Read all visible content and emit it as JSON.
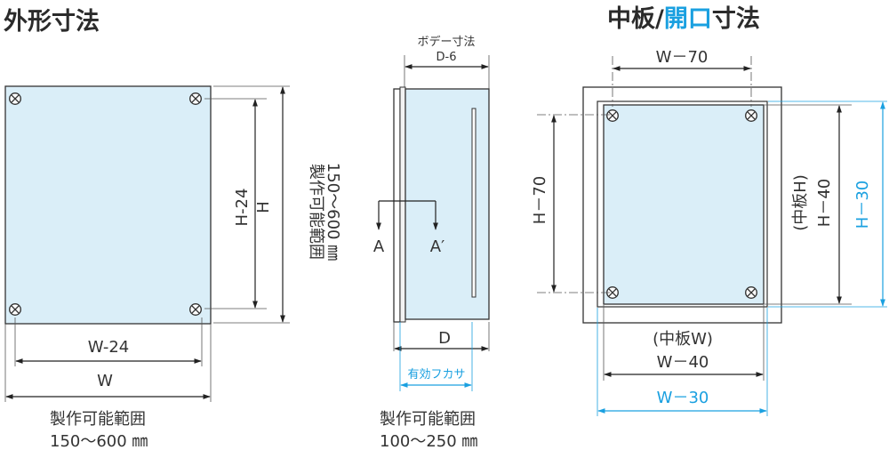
{
  "outer": {
    "title": "外形寸法",
    "w_minus_24": "W-24",
    "w": "W",
    "h_minus_24": "H-24",
    "h": "H",
    "range_vertical": "製作可能範囲 150～600 ㎜",
    "range_label": "製作可能範囲",
    "range_value": "150～600 ㎜"
  },
  "side": {
    "body_label": "ボデー寸法",
    "d_minus_6": "D-6",
    "section_a": "A",
    "section_a_prime": "A′",
    "d": "D",
    "effective": "有効フカサ",
    "range_label": "製作可能範囲",
    "range_value": "100～250 ㎜"
  },
  "inner": {
    "title_a": "中板/",
    "title_b": "開口",
    "title_c": "寸法",
    "w_minus_70": "W－70",
    "h_minus_70": "H－70",
    "inner_h_label": "(中板H)",
    "h_minus_40": "H－40",
    "h_minus_30": "H－30",
    "inner_w_label": "(中板W)",
    "w_minus_40": "W－40",
    "w_minus_30": "W－30"
  },
  "colors": {
    "accent": "#1aa0e0",
    "panel_fill": "#daeef8",
    "line": "#222222"
  }
}
